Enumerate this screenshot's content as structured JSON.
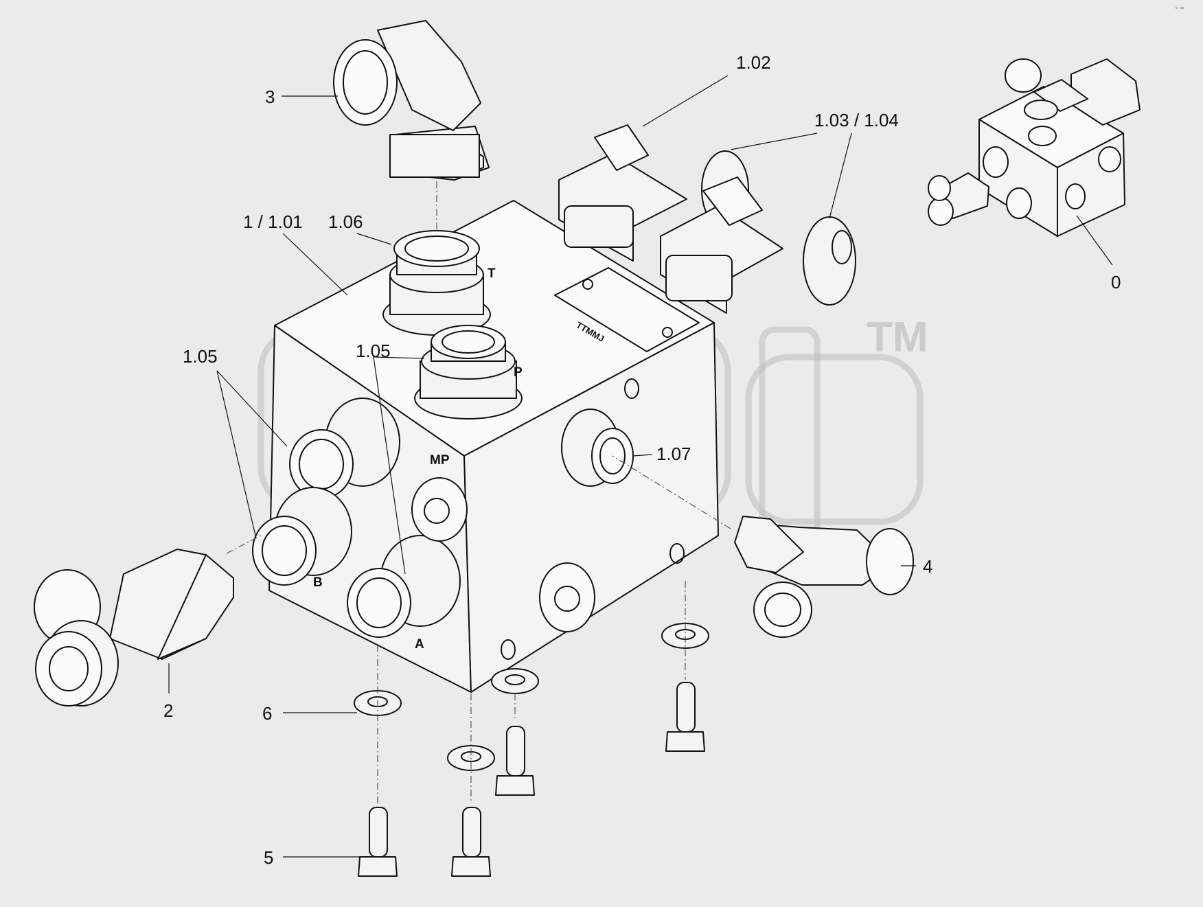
{
  "callouts": {
    "c_3": "3",
    "c_1_02": "1.02",
    "c_1_03_1_04": "1.03 / 1.04",
    "c_1_1_01": "1 / 1.01",
    "c_1_06": "1.06",
    "c_1_05_left": "1.05",
    "c_1_05_center": "1.05",
    "c_1_07": "1.07",
    "c_4": "4",
    "c_2": "2",
    "c_6": "6",
    "c_5": "5",
    "c_0": "0"
  },
  "port_marks": {
    "T": "T",
    "P": "P",
    "MP": "MP",
    "A": "A",
    "B": "B",
    "plate": "TTMMJ"
  },
  "watermark": {
    "trademark": "TM"
  },
  "corner_mark": "▫ ▫▫"
}
